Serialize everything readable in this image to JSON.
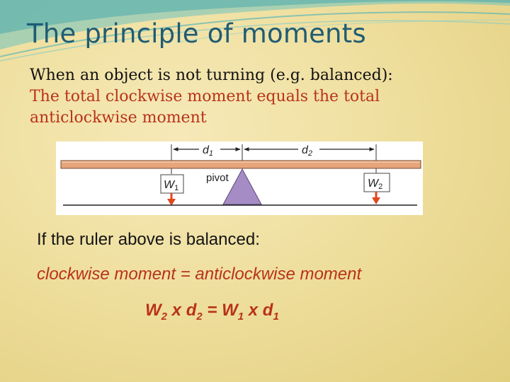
{
  "slide": {
    "title": "The principle of moments",
    "intro_line": "When an object is not turning (e.g. balanced):",
    "rule_line_1": "The total clockwise moment equals the total",
    "rule_line_2": "anticlockwise moment"
  },
  "diagram": {
    "d1_label": "d",
    "d1_sub": "1",
    "d2_label": "d",
    "d2_sub": "2",
    "w1_label": "W",
    "w1_sub": "1",
    "w2_label": "W",
    "w2_sub": "2",
    "pivot_label": "pivot",
    "colors": {
      "ruler": "#e6a57a",
      "pivot": "#a58cc4",
      "arrow": "#e0471f"
    }
  },
  "body": {
    "condition": "If the ruler above is balanced:",
    "equation": "clockwise moment = anticlockwise moment",
    "formula": {
      "w2": "W",
      "w2_sub": "2",
      "times1": "x",
      "d2": "d",
      "d2_sub": "2",
      "equals": "=",
      "w1": "W",
      "w1_sub": "1",
      "times2": "x",
      "d1": "d",
      "d1_sub": "1"
    }
  }
}
